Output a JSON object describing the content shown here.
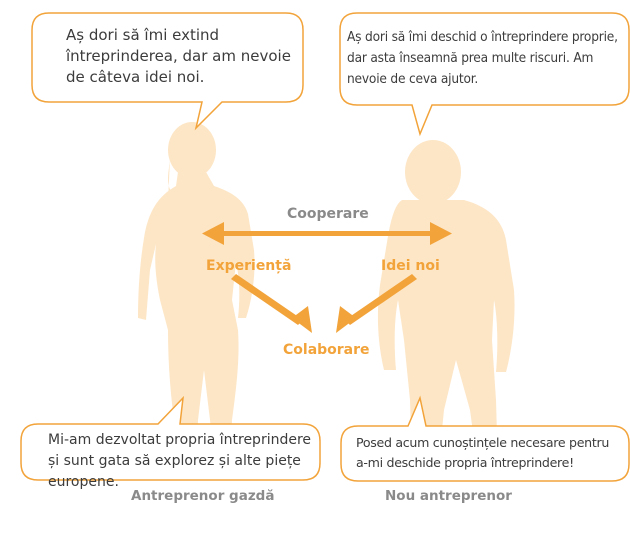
{
  "colors": {
    "accent": "#f2a33a",
    "silhouette": "#fde6c6",
    "bubble_border": "#f2a33a",
    "label_gray": "#8a8a8a",
    "text": "#3c3c3c"
  },
  "speech": {
    "host_top": "Aș dori să îmi extind întreprinderea, dar am nevoie de câteva idei noi.",
    "new_top": "Aș dori să îmi deschid o întreprindere proprie, dar asta înseamnă prea multe riscuri. Am nevoie de ceva ajutor.",
    "host_bottom": "Mi-am dezvoltat propria întreprindere și sunt gata să explorez și alte piețe europene.",
    "new_bottom": "Posed acum cunoștințele necesare pentru a-mi deschide propria întreprindere!"
  },
  "diagram": {
    "cooperation": "Cooperare",
    "experience": "Experiență",
    "new_ideas": "Idei noi",
    "collaboration": "Colaborare"
  },
  "captions": {
    "host": "Antreprenor gazdă",
    "new": "Nou antreprenor"
  }
}
